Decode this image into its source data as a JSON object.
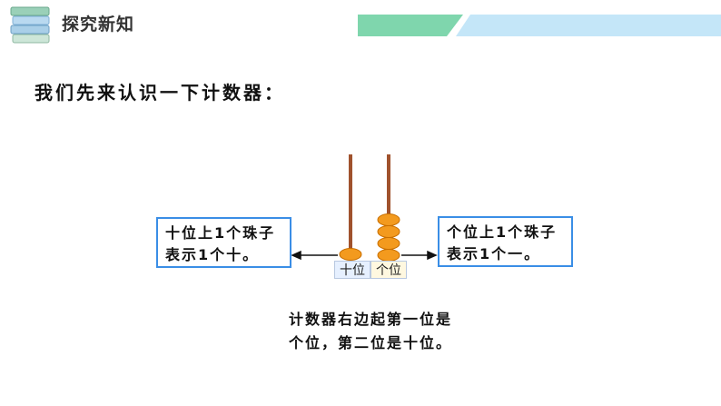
{
  "header": {
    "section_title": "探究新知",
    "icon": "stacked-books-icon"
  },
  "intro": "我们先来认识一下计数器：",
  "abacus": {
    "tens_label": "十位",
    "ones_label": "个位",
    "tens_beads": 1,
    "ones_beads": 4,
    "bead_color": "#f39a1e",
    "rod_color": "#a0522d"
  },
  "left_box": {
    "line1": "十位上1个珠子",
    "line2": "表示1个十。"
  },
  "right_box": {
    "line1": "个位上1个珠子",
    "line2": "表示1个一。"
  },
  "explanation": {
    "line1": "计数器右边起第一位是",
    "line2": "个位，第二位是十位。"
  },
  "colors": {
    "header_green": "#5fcf9c",
    "header_blue": "#bfe3f7",
    "box_border": "#3a8ee6"
  }
}
